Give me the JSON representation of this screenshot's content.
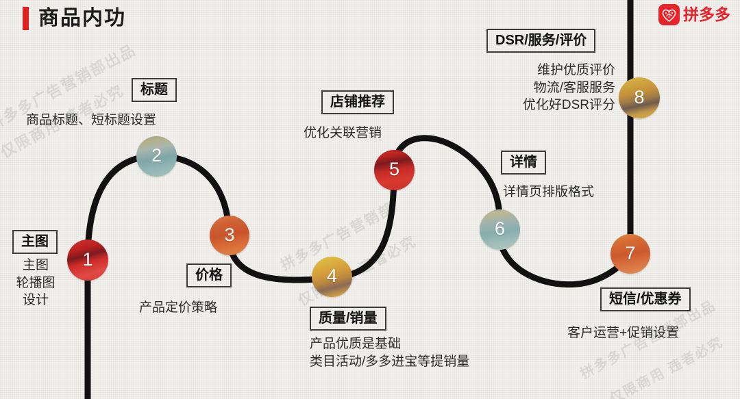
{
  "header": {
    "title": "商品内功",
    "accent_color": "#e01f1f"
  },
  "brand": {
    "name": "拼多多",
    "logo_color": "#e8232a",
    "logo_icon": "pinduoduo-heart-icon"
  },
  "watermarks": [
    "拼多多广告营销部出品",
    "仅限商用 违者必究",
    "拼多多广告营销部",
    "仅限商用 违者必究",
    "拼多多广告营销部出品",
    "仅限商用 违者必究"
  ],
  "steps": [
    {
      "number": "1",
      "label": "主图",
      "desc": "主图\n轮播图\n设计",
      "color": "#cf2a28"
    },
    {
      "number": "2",
      "label": "标题",
      "desc": "商品标题、短标题设置",
      "color": "#82a9a4"
    },
    {
      "number": "3",
      "label": "价格",
      "desc": "产品定价策略",
      "color": "#d9663a"
    },
    {
      "number": "4",
      "label": "质量/销量",
      "desc": "产品优质是基础\n类目活动/多多进宝等提销量",
      "color": "#e0ae3e"
    },
    {
      "number": "5",
      "label": "店铺推荐",
      "desc": "优化关联营销",
      "color": "#c2231f"
    },
    {
      "number": "6",
      "label": "详情",
      "desc": "详情页排版格式",
      "color": "#8fb4b2"
    },
    {
      "number": "7",
      "label": "短信/优惠券",
      "desc": "客户运营+促销设置",
      "color": "#d96a34"
    },
    {
      "number": "8",
      "label": "DSR/服务/评价",
      "desc": "维护优质评价\n物流/客服服务\n优化好DSR评分",
      "color": "#d2a13e"
    }
  ]
}
